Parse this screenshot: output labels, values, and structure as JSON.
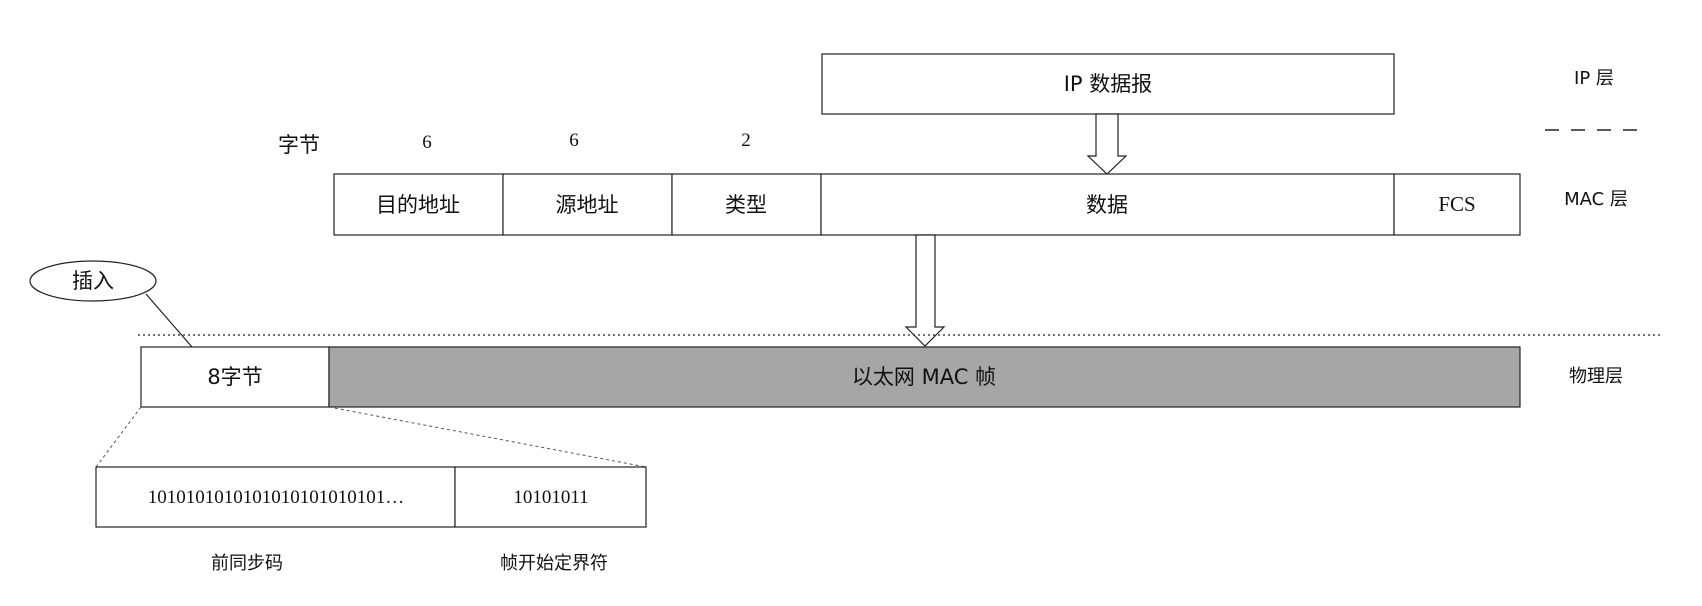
{
  "ip_layer": {
    "datagram_label": "IP 数据报",
    "layer_label": "IP 层"
  },
  "mac_layer": {
    "bytes_label": "字节",
    "byte_counts": {
      "dest": "6",
      "src": "6",
      "type": "2"
    },
    "fields": {
      "dest": "目的地址",
      "src": "源地址",
      "type": "类型",
      "data": "数据",
      "fcs": "FCS"
    },
    "layer_label": "MAC 层"
  },
  "physical_layer": {
    "insert_label": "插入",
    "preamble_box": "8字节",
    "frame_label": "以太网 MAC 帧",
    "layer_label": "物理层",
    "frame_fill_color": "#a6a6a6"
  },
  "preamble_detail": {
    "preamble_bits": "1010101010101010101010101…",
    "sfd_bits": "10101011",
    "preamble_caption": "前同步码",
    "sfd_caption": "帧开始定界符"
  }
}
